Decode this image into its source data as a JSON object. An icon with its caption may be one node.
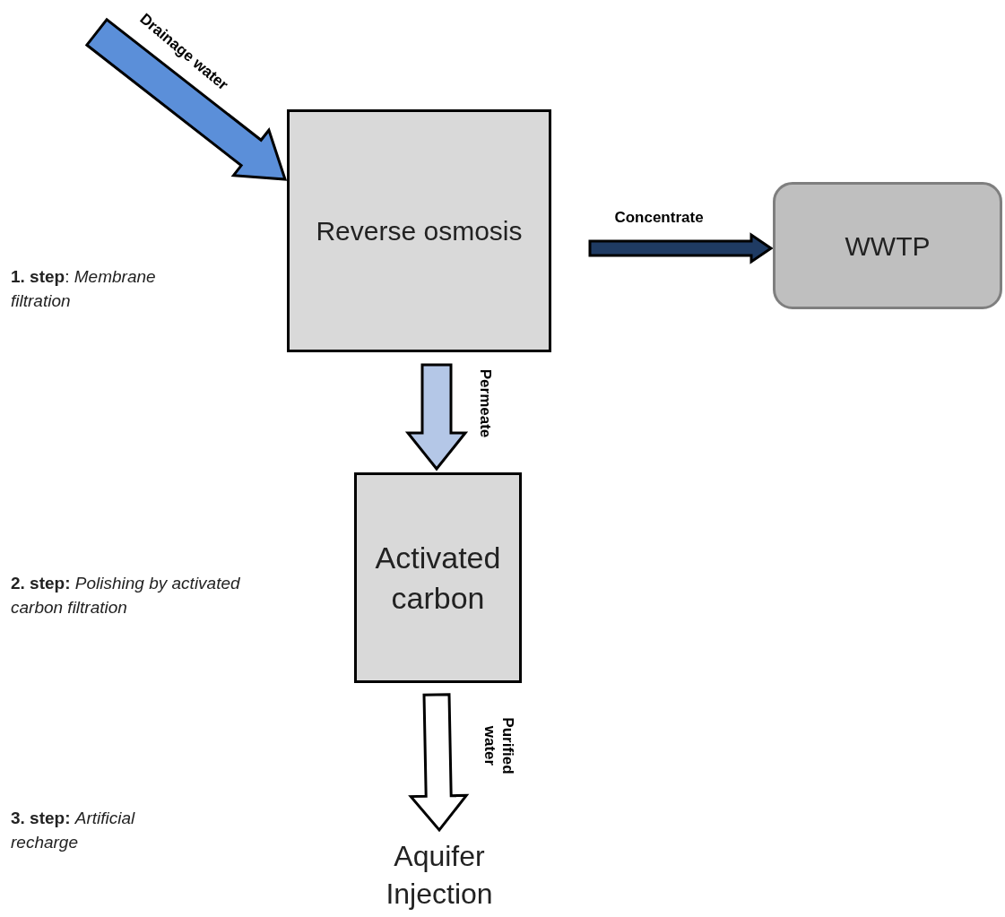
{
  "diagram": {
    "nodes": [
      {
        "text": [
          "Reverse osmosis"
        ]
      },
      {
        "text": [
          "WWTP"
        ]
      },
      {
        "text": [
          "Activated carbon"
        ]
      },
      {
        "text": [
          "Aquifer Injection"
        ]
      }
    ],
    "edges": [
      {
        "from": null,
        "to": 0,
        "arrow": "to",
        "label": "Drainage water",
        "color": "#5b8fd9"
      },
      {
        "from": 0,
        "to": 1,
        "arrow": "to",
        "label": "Concentrate",
        "color": "#1f3b63"
      },
      {
        "from": 0,
        "to": 2,
        "arrow": "to",
        "label": "Permeate",
        "color": "#b4c7e7"
      },
      {
        "from": 2,
        "to": 3,
        "arrow": "to",
        "label": "Purified water",
        "color": "#ffffff"
      }
    ],
    "labels": [
      "**1. step**: *Membrane filtration*",
      "**2. step:** *Polishing by activated carbon filtration*",
      "**3. step:** *Artificial recharge*"
    ]
  }
}
